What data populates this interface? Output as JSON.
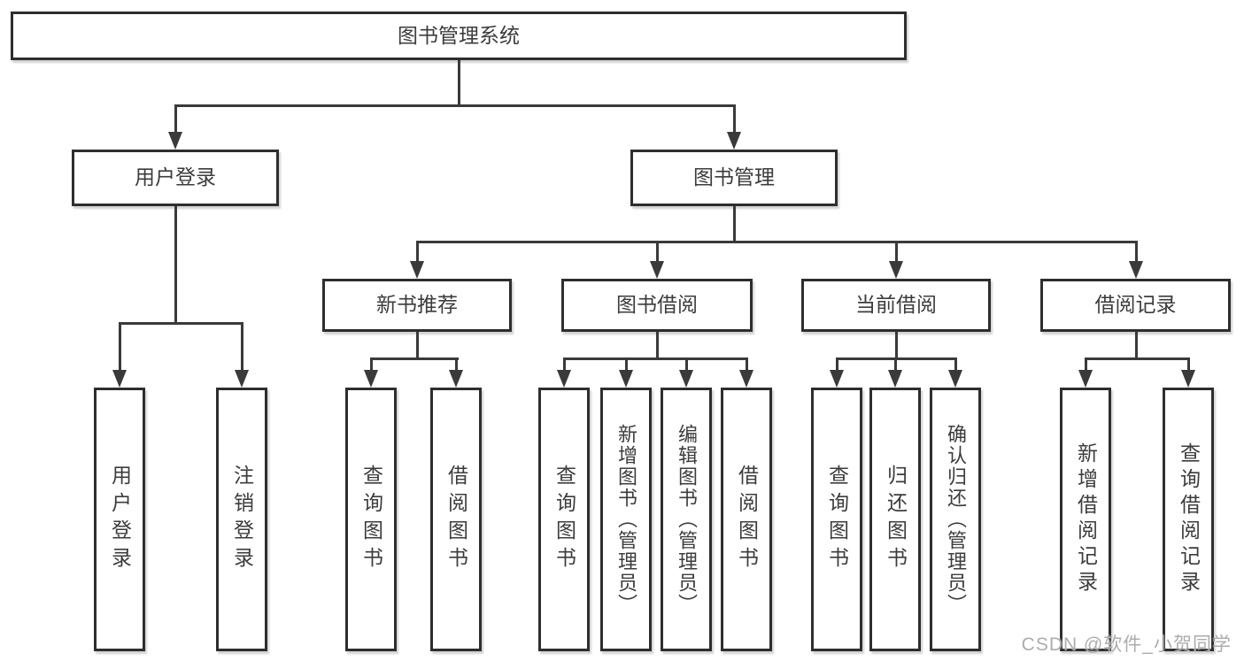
{
  "diagram_title": "图书管理系统",
  "watermark": "CSDN @软件_小贺同学",
  "colors": {
    "line": "#3a3a3a",
    "box_border": "#2e2e2e",
    "box_background": "#ffffff",
    "text": "#3c3c3c",
    "canvas_background": "#ffffff",
    "watermark": "#a8a8ab"
  },
  "nodes": {
    "root": "图书管理系统",
    "user_login": "用户登录",
    "book_mgmt": "图书管理",
    "new_book_rec": "新书推荐",
    "book_borrow": "图书借阅",
    "current_borrow": "当前借阅",
    "borrow_records": "借阅记录",
    "leaf_user_login": "用户登录",
    "leaf_logout": "注销登录",
    "leaf_query_books_1": "查询图书",
    "leaf_borrow_books_1": "借阅图书",
    "leaf_query_books_2": "查询图书",
    "leaf_add_books": "新增图书（管理员）",
    "leaf_edit_books": "编辑图书（管理员）",
    "leaf_borrow_books_2": "借阅图书",
    "leaf_query_books_3": "查询图书",
    "leaf_return_books": "归还图书",
    "leaf_confirm_return": "确认归还（管理员）",
    "leaf_add_borrow_record": "新增借阅记录",
    "leaf_query_borrow_record": "查询借阅记录"
  },
  "hierarchy": {
    "label": "图书管理系统",
    "children": [
      {
        "label": "用户登录",
        "children": [
          {
            "label": "用户登录"
          },
          {
            "label": "注销登录"
          }
        ]
      },
      {
        "label": "图书管理",
        "children": [
          {
            "label": "新书推荐",
            "children": [
              {
                "label": "查询图书"
              },
              {
                "label": "借阅图书"
              }
            ]
          },
          {
            "label": "图书借阅",
            "children": [
              {
                "label": "查询图书"
              },
              {
                "label": "新增图书（管理员）"
              },
              {
                "label": "编辑图书（管理员）"
              },
              {
                "label": "借阅图书"
              }
            ]
          },
          {
            "label": "当前借阅",
            "children": [
              {
                "label": "查询图书"
              },
              {
                "label": "归还图书"
              },
              {
                "label": "确认归还（管理员）"
              }
            ]
          },
          {
            "label": "借阅记录",
            "children": [
              {
                "label": "新增借阅记录"
              },
              {
                "label": "查询借阅记录"
              }
            ]
          }
        ]
      }
    ]
  }
}
